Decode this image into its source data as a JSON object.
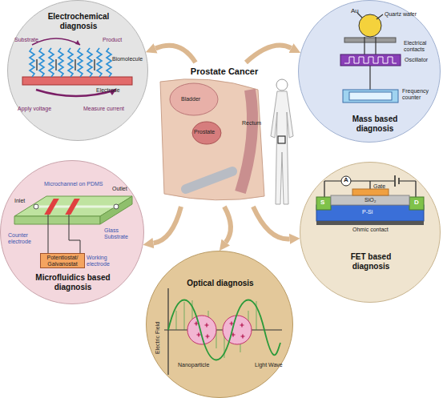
{
  "diagram": {
    "nodes": [
      {
        "text": [
          "Electrochemical diagnosis"
        ]
      },
      {
        "text": [
          "Mass based diagnosis"
        ]
      },
      {
        "text": [
          "Prostate Cancer"
        ]
      },
      {
        "text": [
          "Microfluidics based diagnosis"
        ]
      },
      {
        "text": [
          "FET based diagnosis"
        ]
      },
      {
        "text": [
          "Optical diagnosis"
        ]
      }
    ],
    "edges": [
      {
        "from": 2,
        "to": 0,
        "arrow": "to"
      },
      {
        "from": 2,
        "to": 1,
        "arrow": "to"
      },
      {
        "from": 2,
        "to": 3,
        "arrow": "to"
      },
      {
        "from": 2,
        "to": 4,
        "arrow": "to"
      },
      {
        "from": 2,
        "to": 5,
        "arrow": "to"
      }
    ],
    "labels": [
      "Substrate",
      "Product",
      "Biomolecule",
      "Electrode",
      "Apply voltage",
      "Measure current",
      "Au",
      "Quartz wafer",
      "Electrical contacts",
      "Oscillator",
      "Frequency counter",
      "Bladder",
      "Prostate",
      "Rectum",
      "Microchannel on PDMS",
      "Inlet",
      "Outlet",
      "Counter electrode",
      "Glass Substrate",
      "Working electrode",
      "Potentiostat/ Galvanostat",
      "A",
      "Gate",
      "SiO₂",
      "S",
      "D",
      "P-Si",
      "Ohmic contact",
      "Electric Field",
      "Light Wave",
      "Nanoparticle"
    ]
  }
}
